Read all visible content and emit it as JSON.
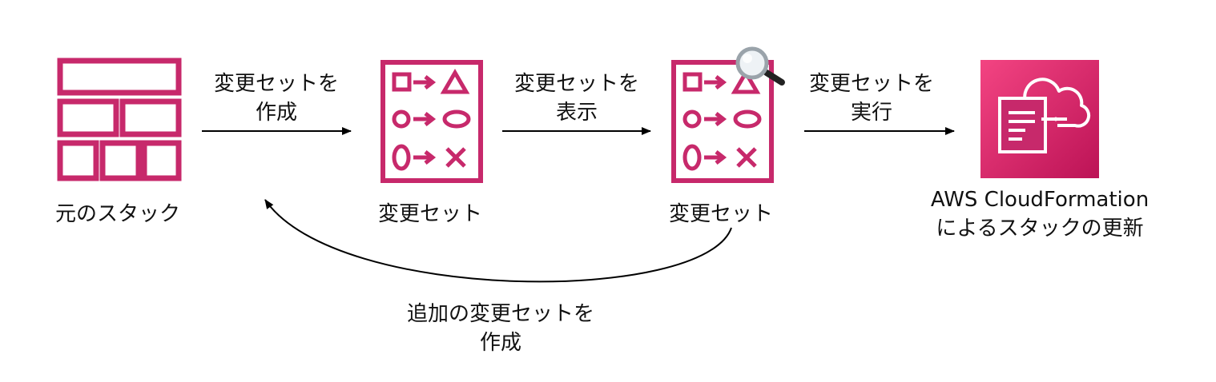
{
  "colors": {
    "magenta": "#C7296B",
    "aws_grad_top": "#F34482",
    "aws_grad_bottom": "#BC1356",
    "arrow": "#000000"
  },
  "nodes": {
    "original_stack": {
      "label": "元のスタック",
      "icon": "stack-grid-icon"
    },
    "change_set": {
      "label": "変更セット",
      "icon": "change-set-list-icon"
    },
    "change_set_viewed": {
      "label": "変更セット",
      "icon": "change-set-list-icon",
      "overlay_icon": "magnifier-icon"
    },
    "cloudformation": {
      "label_line1": "AWS CloudFormation",
      "label_line2": "によるスタックの更新",
      "icon": "aws-cloudformation-icon"
    }
  },
  "edges": {
    "create": {
      "line1": "変更セットを",
      "line2": "作成"
    },
    "view": {
      "line1": "変更セットを",
      "line2": "表示"
    },
    "execute": {
      "line1": "変更セットを",
      "line2": "実行"
    },
    "create_additional": {
      "line1": "追加の変更セットを",
      "line2": "作成"
    }
  }
}
